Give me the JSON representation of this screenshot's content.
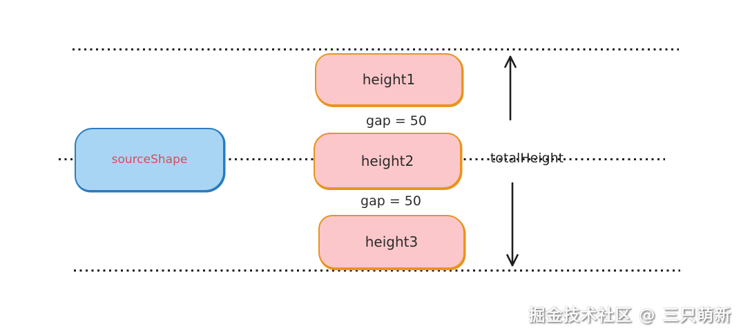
{
  "diagram": {
    "source_shape": {
      "label": "sourceShape"
    },
    "height_boxes": [
      {
        "label": "height1"
      },
      {
        "label": "height2"
      },
      {
        "label": "height3"
      }
    ],
    "gap_labels": [
      {
        "text": "gap = 50"
      },
      {
        "text": "gap = 50"
      }
    ],
    "total_height_label": "totalHeight",
    "colors": {
      "pink_fill": "#FBC7CB",
      "orange_border": "#E8941D",
      "blue_fill": "#A9D5F4",
      "blue_border": "#2B7CC0",
      "source_text": "#D94A5E",
      "line_color": "#1E1E1E",
      "label_text": "#2B2B2B"
    }
  },
  "watermark": {
    "text": "掘金技术社区 @ 三只萌新"
  }
}
